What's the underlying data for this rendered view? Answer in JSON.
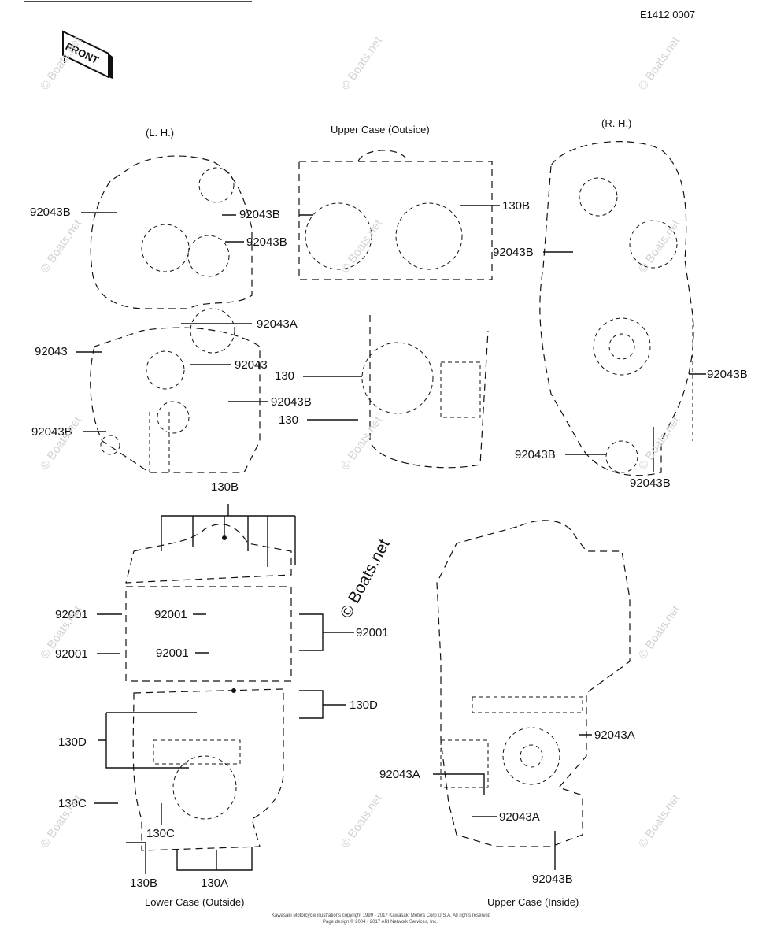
{
  "header": {
    "diagram_code": "E1412 0007",
    "front_sign": "FRONT"
  },
  "watermark": {
    "small": "© Boats.net",
    "center": "© Boats.net"
  },
  "views": {
    "lh_title": "(L. H.)",
    "upper_outside_title": "Upper Case (Outsice)",
    "rh_title": "(R. H.)",
    "lower_outside_title": "Lower Case (Outside)",
    "upper_inside_title": "Upper Case (Inside)"
  },
  "callouts": {
    "lh_92043b_1": "92043B",
    "lh_92043b_2": "92043B",
    "lh_92043b_3": "92043B",
    "lh_92043a": "92043A",
    "lh_92043_left": "92043",
    "lh_92043_right": "92043",
    "lh_92043b_4": "92043B",
    "lh_92043b_5": "92043B",
    "mid_130b": "130B",
    "mid_130_1": "130",
    "mid_130_2": "130",
    "rh_92043b_1": "92043B",
    "rh_92043b_2": "92043B",
    "rh_92043b_3": "92043B",
    "rh_92043b_4": "92043B",
    "low_130b_top": "130B",
    "low_92001_l1": "92001",
    "low_92001_m1": "92001",
    "low_92001_r": "92001",
    "low_92001_l2": "92001",
    "low_92001_m2": "92001",
    "low_130d_r": "130D",
    "low_130d_l": "130D",
    "low_130c_l": "130C",
    "low_130c_b": "130C",
    "low_130b_bot": "130B",
    "low_130a": "130A",
    "ui_92043a_1": "92043A",
    "ui_92043a_2": "92043A",
    "ui_92043a_3": "92043A",
    "ui_92043b": "92043B"
  },
  "footer": {
    "line1": "Kawasaki Motorcycle illustrations copyright 1999 - 2017 Kawasaki Motors Corp U.S.A. All rights reserved",
    "line2": "Page design © 2004 - 2017 ARI Network Services, Inc."
  }
}
